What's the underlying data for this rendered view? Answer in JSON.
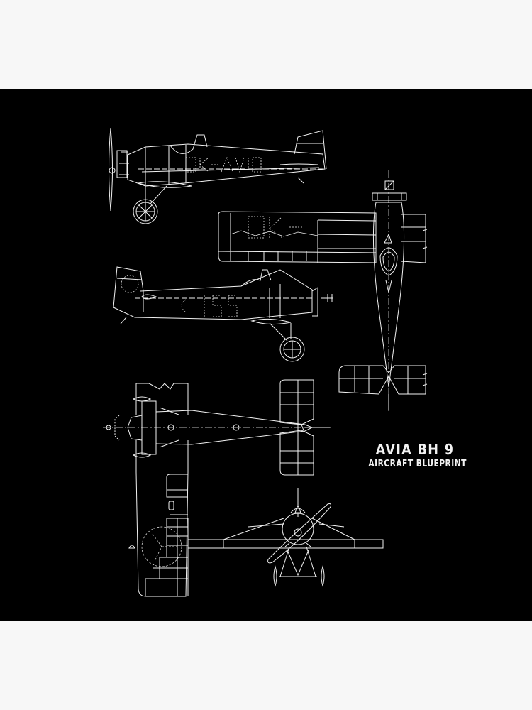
{
  "page": {
    "background": "#f7f7f7"
  },
  "artwork": {
    "background": "#000000",
    "line_color": "#f2f2f2",
    "title": "AVIA BH 9",
    "subtitle": "AIRCRAFT BLUEPRINT",
    "views": [
      {
        "name": "side-view-left",
        "registration": "OK-AVIO"
      },
      {
        "name": "wing-plan-view",
        "registration": "OK-"
      },
      {
        "name": "top-view-vertical"
      },
      {
        "name": "side-view-right",
        "registration": "C155"
      },
      {
        "name": "top-view-horizontal"
      },
      {
        "name": "wing-underside-view"
      },
      {
        "name": "front-view"
      }
    ]
  }
}
